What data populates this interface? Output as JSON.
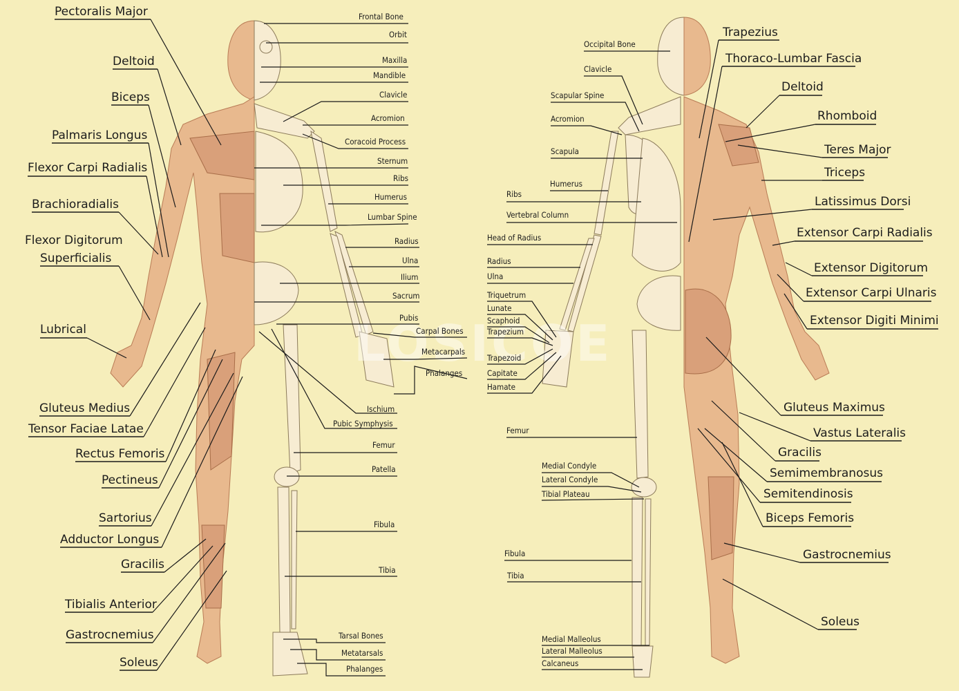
{
  "watermark": "LOSICOE",
  "colors": {
    "background": "#f6eebb",
    "muscle": "#e8b98e",
    "bone": "#f7ecd2",
    "line": "#1a1a1a"
  },
  "front_muscles": [
    "Pectoralis Major",
    "Deltoid",
    "Biceps",
    "Palmaris Longus",
    "Flexor Carpi Radialis",
    "Brachioradialis",
    "Flexor Digitorum",
    "Superficialis",
    "Lubrical",
    "Gluteus Medius",
    "Tensor Faciae Latae",
    "Rectus Femoris",
    "Pectineus",
    "Sartorius",
    "Adductor Longus",
    "Gracilis",
    "Tibialis Anterior",
    "Gastrocnemius",
    "Soleus"
  ],
  "front_bones": [
    "Frontal Bone",
    "Orbit",
    "Maxilla",
    "Mandible",
    "Clavicle",
    "Acromion",
    "Coracoid Process",
    "Sternum",
    "Ribs",
    "Humerus",
    "Lumbar Spine",
    "Radius",
    "Ulna",
    "Ilium",
    "Sacrum",
    "Pubis",
    "Carpal Bones",
    "Metacarpals",
    "Phalanges",
    "Ischium",
    "Pubic Symphysis",
    "Femur",
    "Patella",
    "Fibula",
    "Tibia",
    "Tarsal Bones",
    "Metatarsals",
    "Phalanges"
  ],
  "back_bones": [
    "Occipital Bone",
    "Clavicle",
    "Scapular Spine",
    "Acromion",
    "Scapula",
    "Humerus",
    "Ribs",
    "Vertebral Column",
    "Head of Radius",
    "Radius",
    "Ulna",
    "Triquetrum",
    "Lunate",
    "Scaphoid",
    "Trapezium",
    "Trapezoid",
    "Capitate",
    "Hamate",
    "Femur",
    "Medial Condyle",
    "Lateral Condyle",
    "Tibial Plateau",
    "Fibula",
    "Tibia",
    "Medial Malleolus",
    "Lateral Malleolus",
    "Calcaneus"
  ],
  "back_muscles": [
    "Trapezius",
    "Thoraco-Lumbar Fascia",
    "Deltoid",
    "Rhomboid",
    "Teres Major",
    "Triceps",
    "Latissimus Dorsi",
    "Extensor Carpi Radialis",
    "Extensor Digitorum",
    "Extensor Carpi Ulnaris",
    "Extensor Digiti Minimi",
    "Gluteus Maximus",
    "Vastus Lateralis",
    "Gracilis",
    "Semimembranosus",
    "Semitendinosis",
    "Biceps Femoris",
    "Gastrocnemius",
    "Soleus"
  ]
}
